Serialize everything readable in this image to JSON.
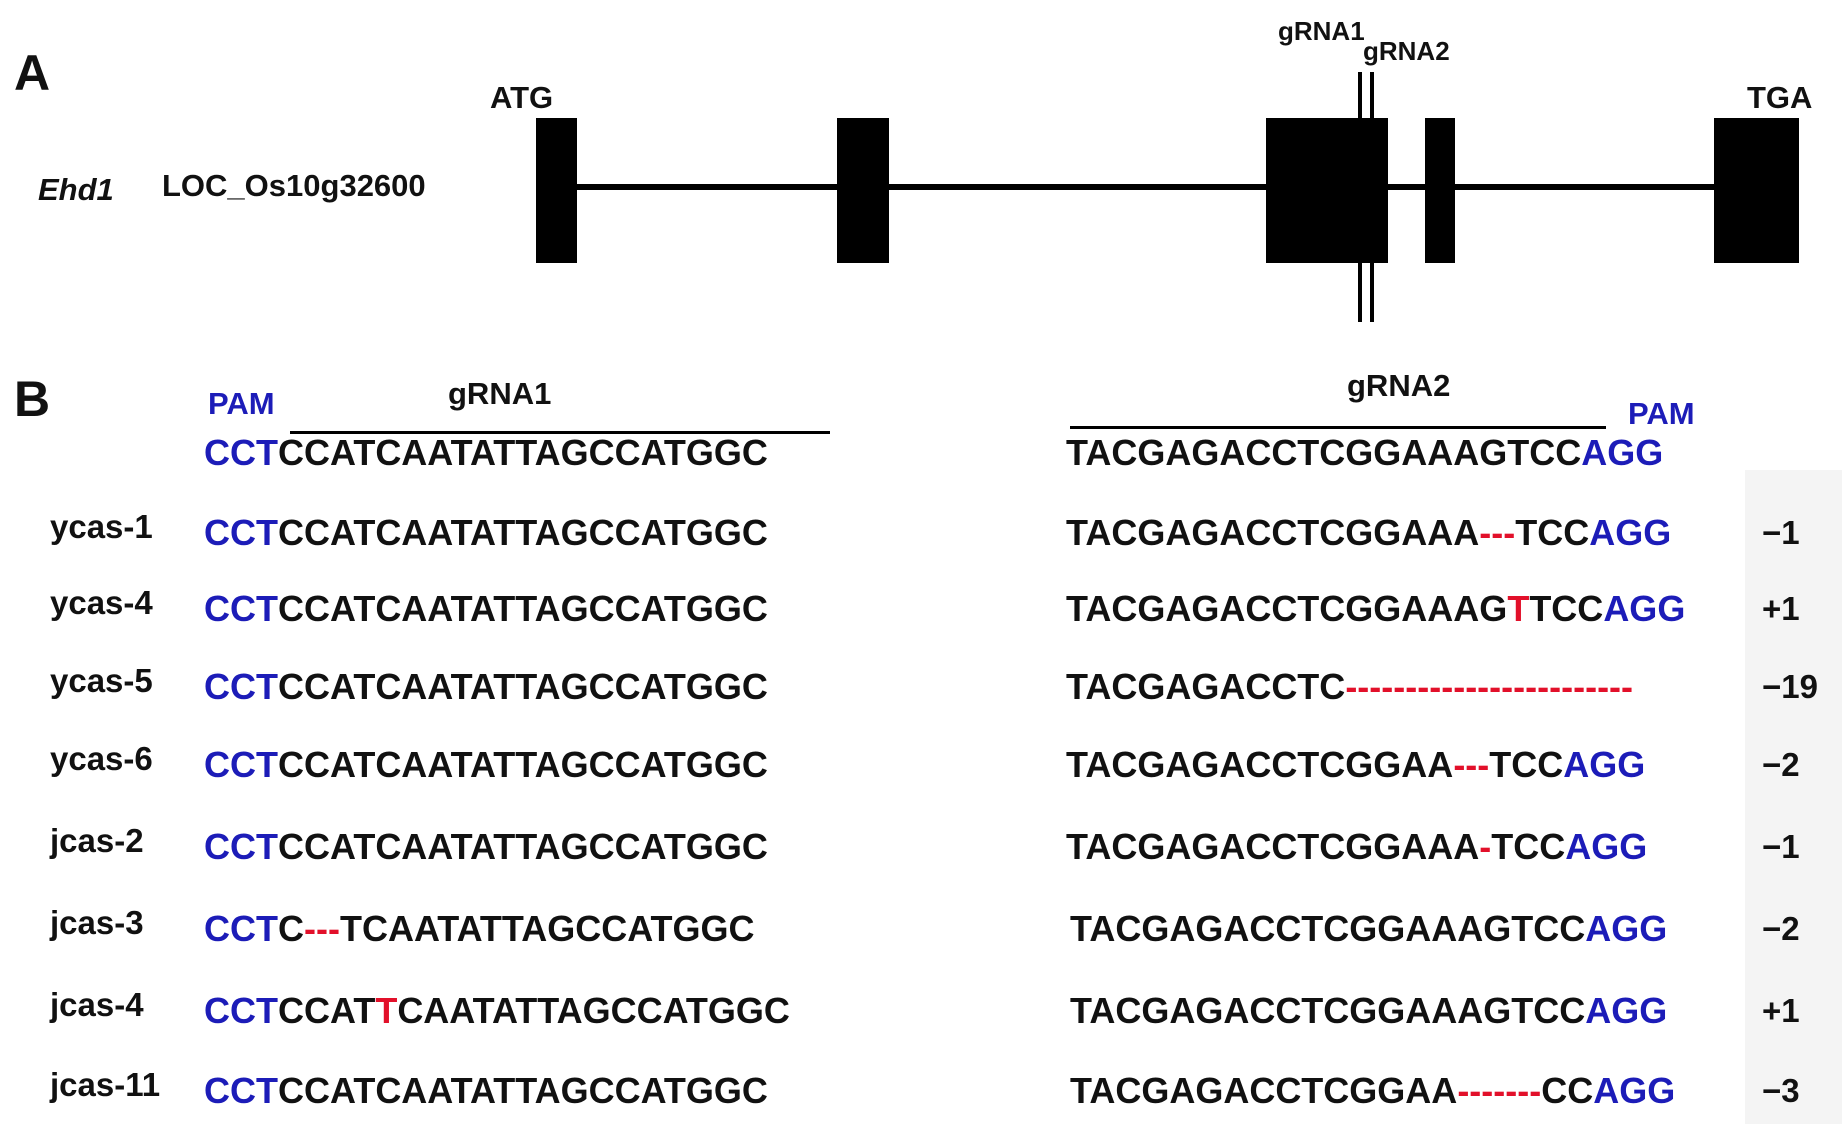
{
  "panelA": {
    "letter": "A",
    "gene_name": "Ehd1",
    "locus": "LOC_Os10g32600",
    "start_codon": "ATG",
    "stop_codon": "TGA",
    "grna1_label": "gRNA1",
    "grna2_label": "gRNA2"
  },
  "panelB": {
    "letter": "B",
    "pam_label_left": "PAM",
    "pam_label_right": "PAM",
    "grna1_label": "gRNA1",
    "grna2_label": "gRNA2",
    "reference": {
      "left": [
        {
          "t": "CCT",
          "c": "pam"
        },
        {
          "t": "CCATCAATATTAGCCATGGC",
          "c": ""
        }
      ],
      "right": [
        {
          "t": "TACGAGACCTCGGAAAGTCC",
          "c": ""
        },
        {
          "t": "AGG",
          "c": "pam"
        }
      ]
    },
    "lines": [
      {
        "name": "ycas-1",
        "left": [
          {
            "t": "CCT",
            "c": "pam"
          },
          {
            "t": "CCATCAATATTAGCCATGGC",
            "c": ""
          }
        ],
        "right": [
          {
            "t": "TACGAGACCTCGGAAA",
            "c": ""
          },
          {
            "t": "---",
            "c": "mut"
          },
          {
            "t": "TCC",
            "c": ""
          },
          {
            "t": "AGG",
            "c": "pam"
          }
        ],
        "indel": "−1"
      },
      {
        "name": "ycas-4",
        "left": [
          {
            "t": "CCT",
            "c": "pam"
          },
          {
            "t": "CCATCAATATTAGCCATGGC",
            "c": ""
          }
        ],
        "right": [
          {
            "t": "TACGAGACCTCGGAAAG",
            "c": ""
          },
          {
            "t": "T",
            "c": "mut"
          },
          {
            "t": "TCC",
            "c": ""
          },
          {
            "t": "AGG",
            "c": "pam"
          }
        ],
        "indel": "+1"
      },
      {
        "name": "ycas-5",
        "left": [
          {
            "t": "CCT",
            "c": "pam"
          },
          {
            "t": "CCATCAATATTAGCCATGGC",
            "c": ""
          }
        ],
        "right": [
          {
            "t": "TACGAGACCTC",
            "c": ""
          },
          {
            "t": "------------------------",
            "c": "mut"
          }
        ],
        "indel": "−19"
      },
      {
        "name": "ycas-6",
        "left": [
          {
            "t": "CCT",
            "c": "pam"
          },
          {
            "t": "CCATCAATATTAGCCATGGC",
            "c": ""
          }
        ],
        "right": [
          {
            "t": "TACGAGACCTCGGAA",
            "c": ""
          },
          {
            "t": "---",
            "c": "mut"
          },
          {
            "t": "TCC",
            "c": ""
          },
          {
            "t": "AGG",
            "c": "pam"
          }
        ],
        "indel": "−2"
      },
      {
        "name": "jcas-2",
        "left": [
          {
            "t": "CCT",
            "c": "pam"
          },
          {
            "t": "CCATCAATATTAGCCATGGC",
            "c": ""
          }
        ],
        "right": [
          {
            "t": "TACGAGACCTCGGAAA",
            "c": ""
          },
          {
            "t": "-",
            "c": "mut"
          },
          {
            "t": "TCC",
            "c": ""
          },
          {
            "t": "AGG",
            "c": "pam"
          }
        ],
        "indel": "−1"
      },
      {
        "name": "jcas-3",
        "left": [
          {
            "t": "CCT",
            "c": "pam"
          },
          {
            "t": "C",
            "c": ""
          },
          {
            "t": "---",
            "c": "mut"
          },
          {
            "t": "TCAATATTAGCCATGGC",
            "c": ""
          }
        ],
        "right": [
          {
            "t": "TACGAGACCTCGGAAAGTCC",
            "c": ""
          },
          {
            "t": "AGG",
            "c": "pam"
          }
        ],
        "indel": "−2"
      },
      {
        "name": "jcas-4",
        "left": [
          {
            "t": "CCT",
            "c": "pam"
          },
          {
            "t": "CCAT",
            "c": ""
          },
          {
            "t": "T",
            "c": "mut"
          },
          {
            "t": "CAATATTAGCCATGGC",
            "c": ""
          }
        ],
        "right": [
          {
            "t": "TACGAGACCTCGGAAAGTCC",
            "c": ""
          },
          {
            "t": "AGG",
            "c": "pam"
          }
        ],
        "indel": "+1"
      },
      {
        "name": "jcas-11",
        "left": [
          {
            "t": "CCT",
            "c": "pam"
          },
          {
            "t": "CCATCAATATTAGCCATGGC",
            "c": ""
          }
        ],
        "right": [
          {
            "t": "TACGAGACCTCGGAA",
            "c": ""
          },
          {
            "t": "-------",
            "c": "mut"
          },
          {
            "t": "CC",
            "c": ""
          },
          {
            "t": "AGG",
            "c": "pam"
          }
        ],
        "indel": "−3"
      }
    ]
  }
}
